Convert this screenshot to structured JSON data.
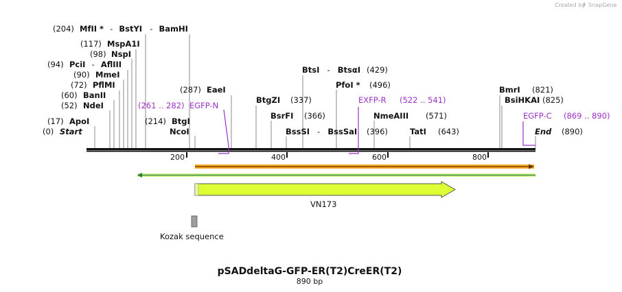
{
  "credit": {
    "created_by": "Created by",
    "brand": "SnapGene"
  },
  "title": "pSADdeltaG-GFP-ER(T2)CreER(T2)",
  "length_label": "890 bp",
  "sequence_start_label": "Start",
  "sequence_end_label": "End",
  "ruler_ticks": [
    "200",
    "400",
    "600",
    "800"
  ],
  "enzymes_left": [
    {
      "pos": "(204)",
      "names": [
        "MfII *",
        "BstYI",
        "BamHI"
      ]
    },
    {
      "pos": "(117)",
      "names": [
        "MspA1I"
      ]
    },
    {
      "pos": "(98)",
      "names": [
        "NspI"
      ]
    },
    {
      "pos": "(94)",
      "names": [
        "PciI",
        "AflIII"
      ]
    },
    {
      "pos": "(90)",
      "names": [
        "MmeI"
      ]
    },
    {
      "pos": "(72)",
      "names": [
        "PflMI"
      ]
    },
    {
      "pos": "(60)",
      "names": [
        "BanII"
      ]
    },
    {
      "pos": "(52)",
      "names": [
        "NdeI"
      ]
    },
    {
      "pos": "(17)",
      "names": [
        "ApoI"
      ]
    },
    {
      "pos": "(0)",
      "names": [
        "Start"
      ]
    }
  ],
  "enzymes_mid": [
    {
      "pos": "(287)",
      "names": [
        "EaeI"
      ]
    },
    {
      "pos": "(214)",
      "names": [
        "BtgI"
      ],
      "extra": "NcoI"
    },
    {
      "pos": "(337)",
      "names": [
        "BtgZI"
      ]
    },
    {
      "pos": "(366)",
      "names": [
        "BsrFI"
      ]
    },
    {
      "pos": "(396)",
      "names": [
        "BssSI",
        "BssSaI"
      ]
    },
    {
      "pos": "(429)",
      "names": [
        "BtsI",
        "BtsαI"
      ]
    },
    {
      "pos": "(496)",
      "names": [
        "PfoI *"
      ]
    },
    {
      "pos": "(571)",
      "names": [
        "NmeAIII"
      ]
    },
    {
      "pos": "(643)",
      "names": [
        "TatI"
      ]
    },
    {
      "pos": "(821)",
      "names": [
        "BmrI"
      ]
    },
    {
      "pos": "(825)",
      "names": [
        "BsiHKAI"
      ]
    },
    {
      "pos": "(890)",
      "names": [
        "End"
      ]
    }
  ],
  "primers": [
    {
      "range": "(261 .. 282)",
      "name": "EGFP-N"
    },
    {
      "range": "(522 .. 541)",
      "name": "EXFP-R"
    },
    {
      "range": "(869 .. 890)",
      "name": "EGFP-C"
    }
  ],
  "features": [
    {
      "name": "VN173",
      "color": "#ccff33"
    },
    {
      "name": "Kozak sequence",
      "color": "#9e9e9e"
    }
  ],
  "colors": {
    "primer": "#9b30c8",
    "orange_track": "#f5a623",
    "green_track": "#2e7d32",
    "feature_fill": "#ddff33",
    "kozak_fill": "#9e9e9e"
  }
}
